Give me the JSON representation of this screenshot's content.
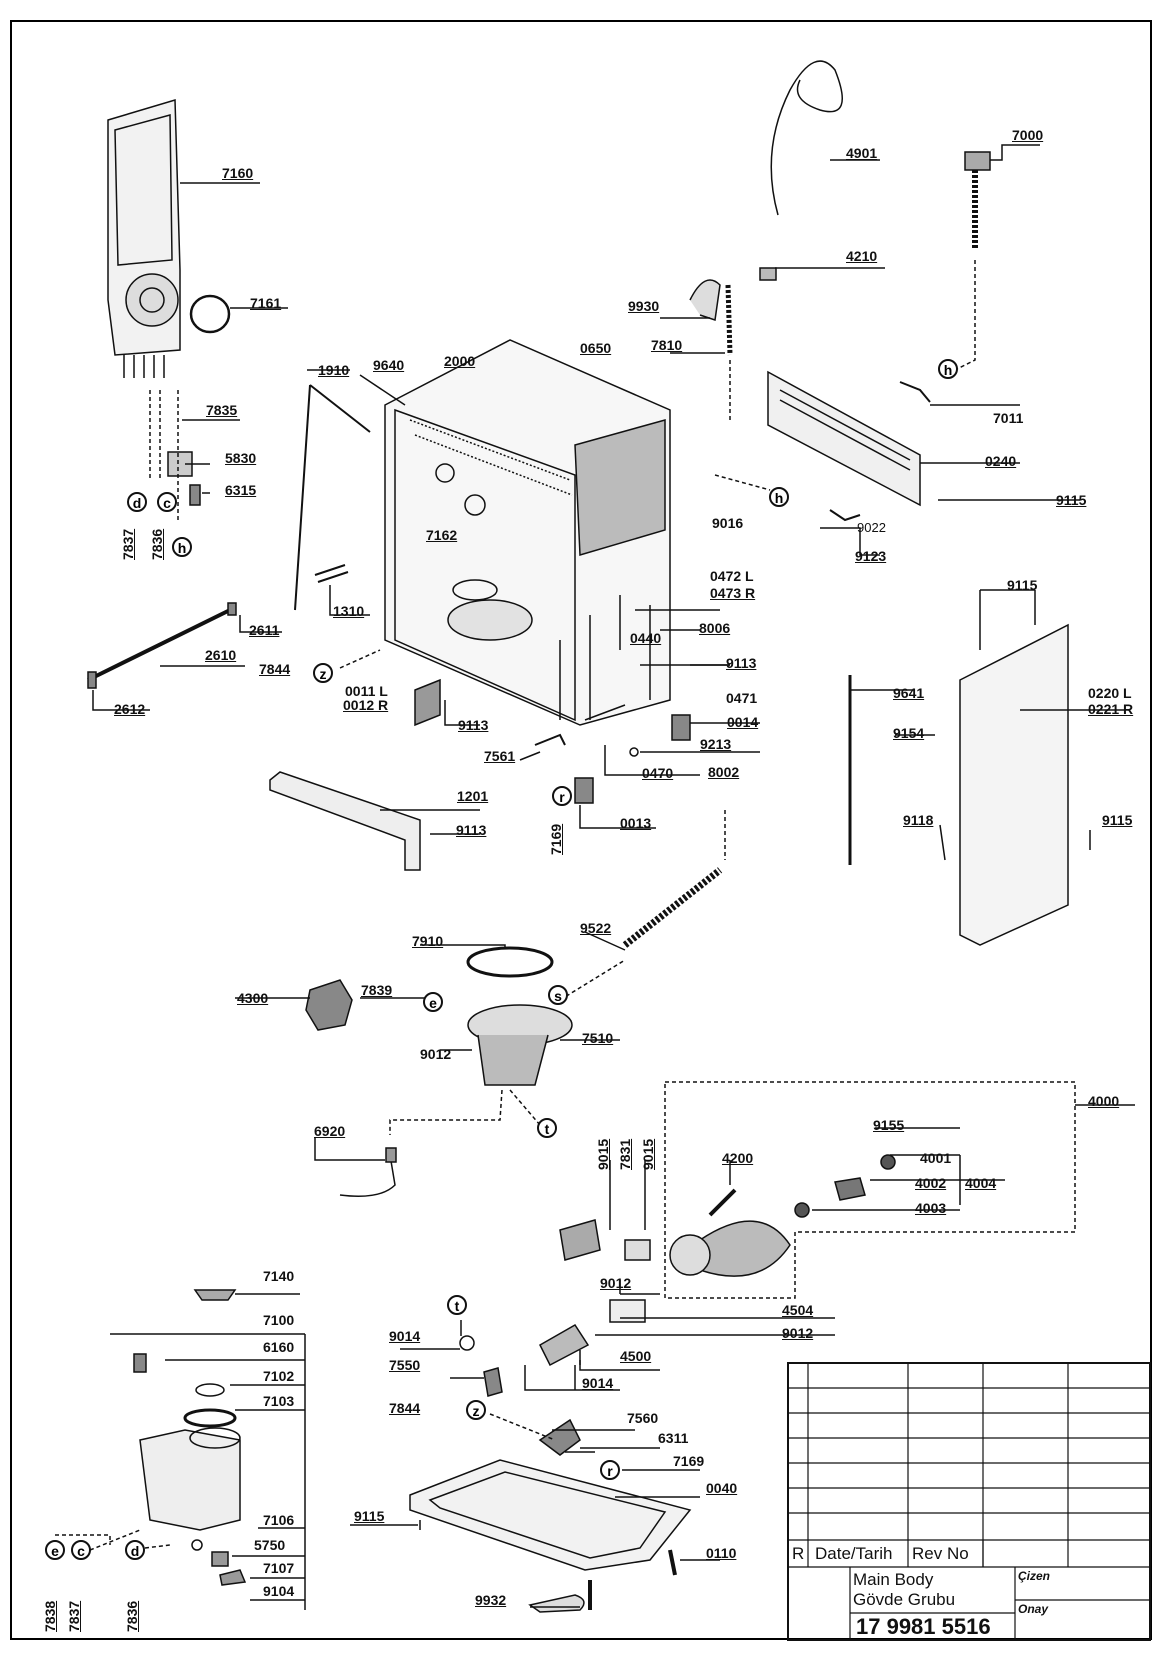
{
  "labels": {
    "l7160": "7160",
    "l7161": "7161",
    "l7835": "7835",
    "l5830": "5830",
    "l6315": "6315",
    "l7837a": "7837",
    "l7836a": "7836",
    "l1910": "1910",
    "l9640": "9640",
    "l2000": "2000",
    "l0650": "0650",
    "l7810": "7810",
    "l9930": "9930",
    "l4901": "4901",
    "l4210": "4210",
    "l7000": "7000",
    "l7011": "7011",
    "l0240": "0240",
    "l9115a": "9115",
    "l9016": "9016",
    "l9022": "9022",
    "l9123": "9123",
    "l7162": "7162",
    "l1310": "1310",
    "l2611": "2611",
    "l2610": "2610",
    "l2612": "2612",
    "l7844a": "7844",
    "l0011": "0011 L",
    "l0012": "0012 R",
    "l9113a": "9113",
    "l0472": "0472 L",
    "l0473": "0473 R",
    "l0440": "0440",
    "l8006": "8006",
    "l9113b": "9113",
    "l0471": "0471",
    "l0014": "0014",
    "l9213": "9213",
    "l0470": "0470",
    "l8002": "8002",
    "l7561": "7561",
    "l1201": "1201",
    "l9113c": "9113",
    "l7169a": "7169",
    "l0013": "0013",
    "l9115b": "9115",
    "l9641": "9641",
    "l0220": "0220 L",
    "l0221": "0221 R",
    "l9154": "9154",
    "l9118": "9118",
    "l9115c": "9115",
    "l7910": "7910",
    "l9522": "9522",
    "l4300": "4300",
    "l7839": "7839",
    "l9012a": "9012",
    "l7510": "7510",
    "l6920": "6920",
    "l4000": "4000",
    "l9155": "9155",
    "l4200": "4200",
    "l4001": "4001",
    "l4002": "4002",
    "l4004": "4004",
    "l4003": "4003",
    "l9015a": "9015",
    "l7831": "7831",
    "l9015b": "9015",
    "l9012b": "9012",
    "l4504": "4504",
    "l9012c": "9012",
    "l4500": "4500",
    "l9014a": "9014",
    "l7550": "7550",
    "l9014b": "9014",
    "l7140": "7140",
    "l7100": "7100",
    "l6160": "6160",
    "l7102": "7102",
    "l7103": "7103",
    "l7106": "7106",
    "l5750": "5750",
    "l7107": "7107",
    "l9104": "9104",
    "l7838": "7838",
    "l7837b": "7837",
    "l7836b": "7836",
    "l7844b": "7844",
    "l7560": "7560",
    "l6311": "6311",
    "l7169b": "7169",
    "l0040": "0040",
    "l9115d": "9115",
    "l0110": "0110",
    "l9932": "9932"
  },
  "markers": {
    "d1": "d",
    "c1": "c",
    "h1": "h",
    "h2": "h",
    "h3": "h",
    "z1": "z",
    "r1": "r",
    "s1": "s",
    "e1": "e",
    "t1": "t",
    "t2": "t",
    "z2": "z",
    "r2": "r",
    "e2": "e",
    "c2": "c",
    "d2": "d"
  },
  "title_block": {
    "col_r": "R",
    "col_date": "Date/Tarih",
    "col_rev": "Rev No",
    "title_en": "Main Body",
    "title_tr": "Gövde Grubu",
    "drawn_label": "Çizen",
    "approved_label": "Onay",
    "part_number": "17 9981 5516"
  }
}
